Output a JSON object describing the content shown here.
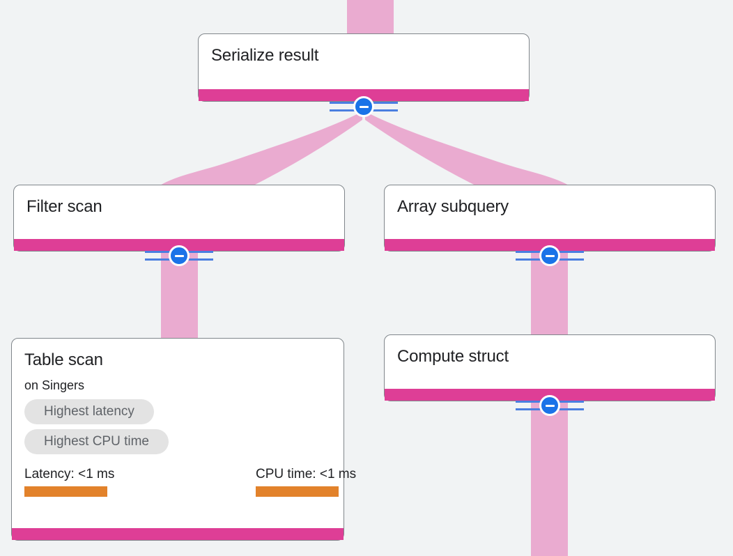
{
  "theme": {
    "background": "#f1f3f4",
    "card_background": "#ffffff",
    "card_border": "#80868b",
    "accent_bar": "#de3e96",
    "edge_ribbon": "#eaabd0",
    "chip_background": "#e3e3e3",
    "chip_text": "#5f6368",
    "metric_bar": "#e2822b",
    "toggle_circle": "#1a73e8",
    "toggle_rail": "#4a7ee0",
    "title_text": "#202124"
  },
  "graph": {
    "type": "query-execution-plan",
    "nodes": [
      {
        "id": "serialize-result",
        "title": "Serialize result",
        "subtitle": null,
        "chips": [],
        "metrics": []
      },
      {
        "id": "filter-scan",
        "title": "Filter scan",
        "subtitle": null,
        "chips": [],
        "metrics": []
      },
      {
        "id": "array-subquery",
        "title": "Array subquery",
        "subtitle": null,
        "chips": [],
        "metrics": []
      },
      {
        "id": "table-scan",
        "title": "Table scan",
        "subtitle": "on Singers",
        "chips": [
          "Highest latency",
          "Highest CPU time"
        ],
        "metrics": [
          {
            "label": "Latency: <1 ms",
            "fill_percent": 49
          },
          {
            "label": "CPU time: <1 ms",
            "fill_percent": 49
          }
        ]
      },
      {
        "id": "compute-struct",
        "title": "Compute struct",
        "subtitle": null,
        "chips": [],
        "metrics": []
      }
    ],
    "toggles": [
      {
        "id": "toggle-serialize-result",
        "state": "expanded",
        "icon": "minus-icon"
      },
      {
        "id": "toggle-filter-scan",
        "state": "expanded",
        "icon": "minus-icon"
      },
      {
        "id": "toggle-array-subquery",
        "state": "expanded",
        "icon": "minus-icon"
      },
      {
        "id": "toggle-compute-struct",
        "state": "expanded",
        "icon": "minus-icon"
      }
    ]
  }
}
